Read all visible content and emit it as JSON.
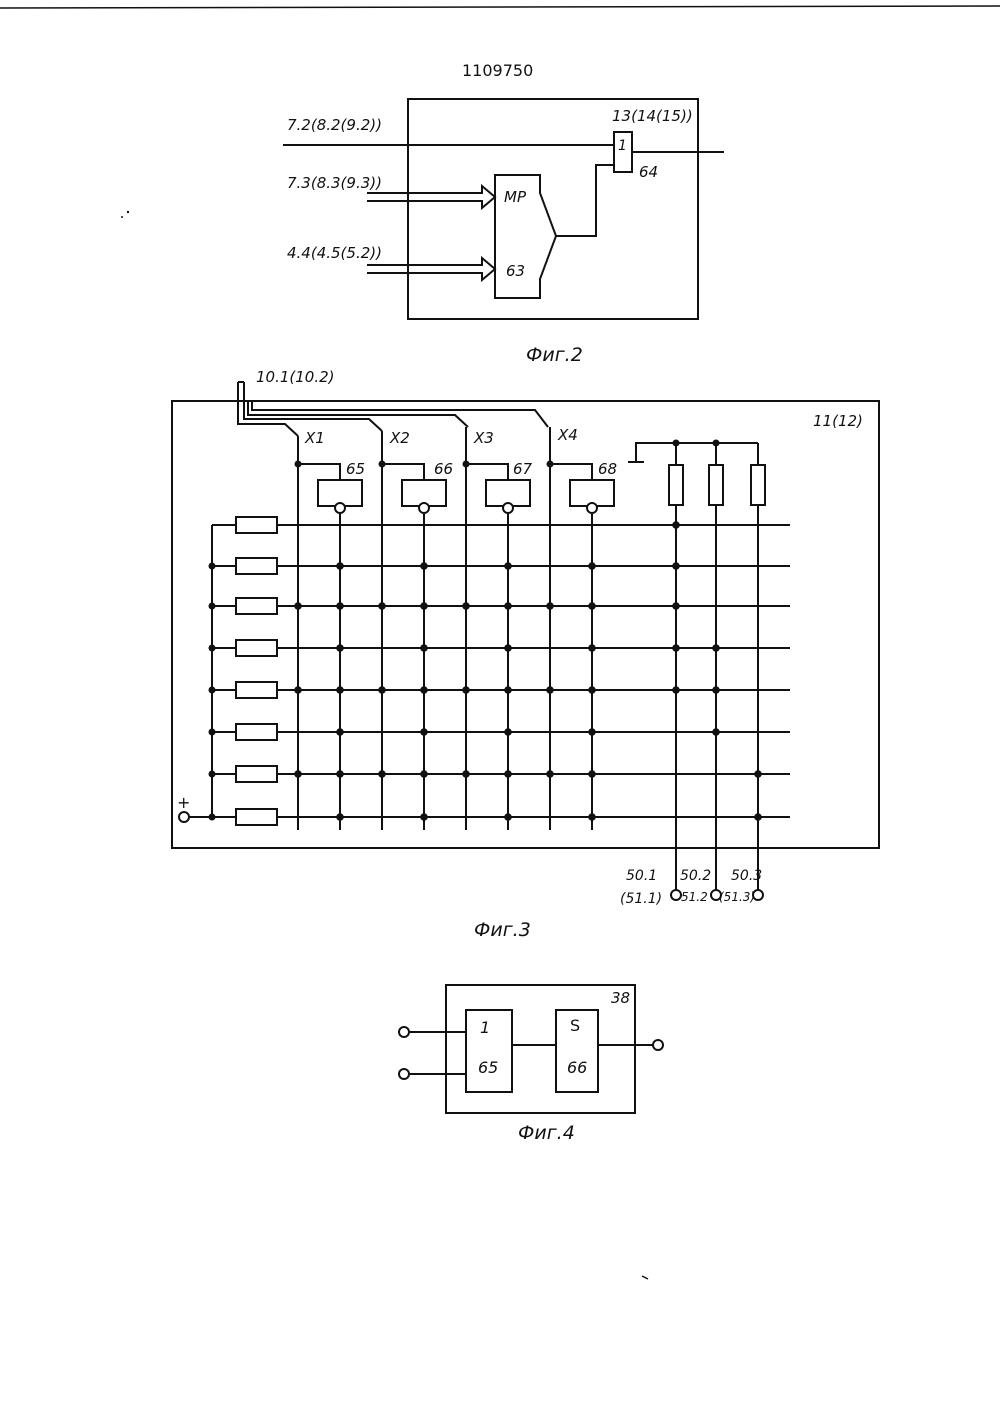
{
  "page": {
    "patent_number": "1109750"
  },
  "fig2": {
    "caption": "Фиг.2",
    "block_label": "13(14(15))",
    "input_top": "7.2(8.2(9.2))",
    "input_mid": "7.3(8.3(9.3))",
    "input_bot": "4.4(4.5(5.2))",
    "mux_name": "MP",
    "mux_num": "63",
    "gate_sym": "1",
    "gate_num": "64"
  },
  "fig3": {
    "caption": "Фиг.3",
    "bus_label": "10.1(10.2)",
    "block_label": "11(12)",
    "x_labels": [
      "X1",
      "X2",
      "X3",
      "X4"
    ],
    "inv_labels": [
      "65",
      "66",
      "67",
      "68"
    ],
    "plus": "+",
    "out_top": [
      "50.1",
      "50.2",
      "50.3"
    ],
    "out_bot": [
      "(51.1)",
      "51.2",
      "(51.3)"
    ],
    "rows": 8
  },
  "fig4": {
    "caption": "Фиг.4",
    "block_label": "38",
    "gate1_sym": "1",
    "gate1_num": "65",
    "gate2_sym": "S",
    "gate2_num": "66"
  }
}
